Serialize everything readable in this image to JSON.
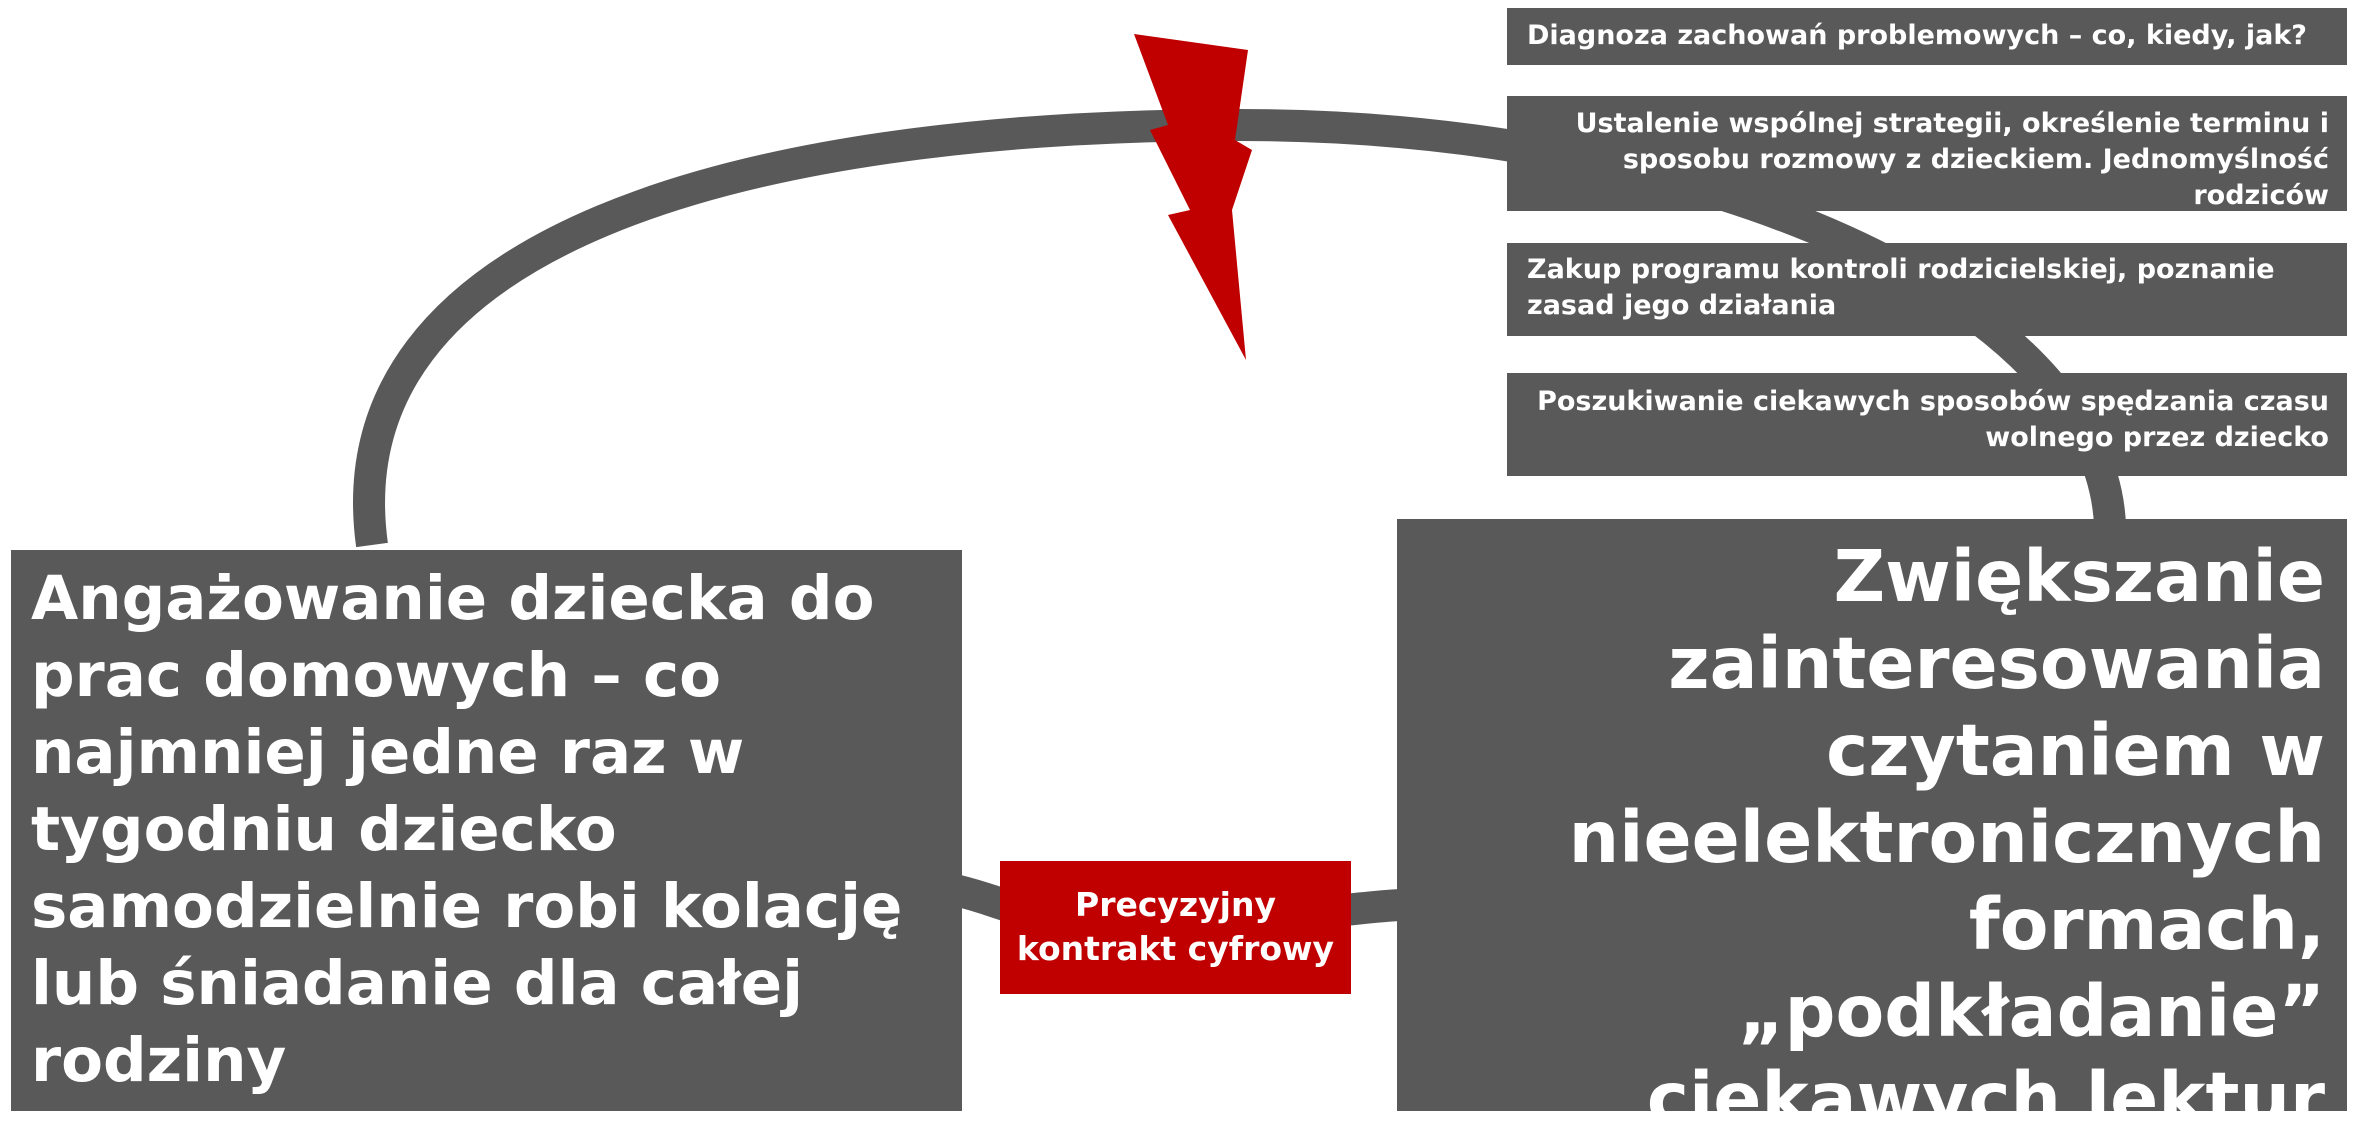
{
  "steps": [
    "Diagnoza zachowań problemowych – co, kiedy, jak?",
    "Ustalenie wspólnej strategii, określenie terminu i sposobu rozmowy z dzieckiem. Jednomyślność rodziców",
    "Zakup programu kontroli rodzicielskiej, poznanie zasad jego działania",
    "Poszukiwanie ciekawych sposobów spędzania czasu wolnego przez dziecko"
  ],
  "main_left": "Angażowanie dziecka do prac domowych – co najmniej jedne raz w tygodniu dziecko samodzielnie robi kolację lub śniadanie dla całej rodziny",
  "main_right": "Zwiększanie zainteresowania czytaniem w nieelektronicznych formach, „podkładanie” ciekawych lektur",
  "contract_label": "Precyzyjny kontrakt cyfrowy",
  "colors": {
    "box": "#595959",
    "accent": "#c00000",
    "text": "#ffffff"
  },
  "icons": [
    "lightning-bolt-icon"
  ]
}
